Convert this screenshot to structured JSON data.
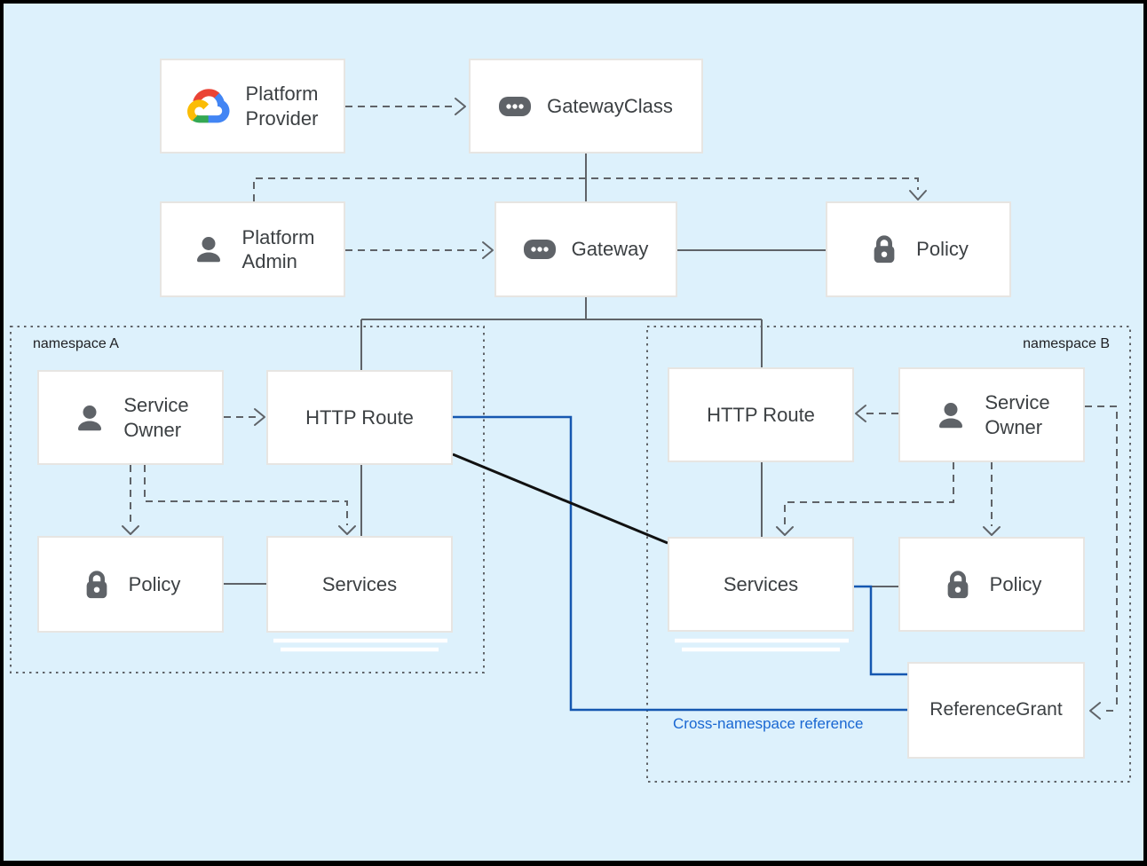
{
  "diagram": "Gateway API resource model",
  "colors": {
    "background": "#ddf1fc",
    "frame": "#000000",
    "box_fill": "#ffffff",
    "box_border": "#e7e5e2",
    "line_gray": "#5f6368",
    "line_blue": "#1557b0",
    "line_black": "#111111",
    "text_dark": "#3c4043",
    "label_blue": "#1967d2",
    "icon_gray": "#5f6368",
    "google_logo_red": "#EA4335",
    "google_logo_blue": "#4285F4",
    "google_logo_green": "#34A853",
    "google_logo_yellow": "#FBBC05"
  },
  "nodes": {
    "platform_provider": {
      "label": "Platform\nProvider",
      "icon": "google-cloud-logo"
    },
    "gateway_class": {
      "label": "GatewayClass",
      "icon": "resource-chip"
    },
    "platform_admin": {
      "label": "Platform\nAdmin",
      "icon": "person"
    },
    "gateway": {
      "label": "Gateway",
      "icon": "resource-chip"
    },
    "policy_top": {
      "label": "Policy",
      "icon": "lock"
    },
    "service_owner_a": {
      "label": "Service\nOwner",
      "icon": "person"
    },
    "http_route_a": {
      "label": "HTTP Route",
      "icon": null
    },
    "policy_a": {
      "label": "Policy",
      "icon": "lock"
    },
    "services_a": {
      "label": "Services",
      "icon": null
    },
    "http_route_b": {
      "label": "HTTP Route",
      "icon": null
    },
    "service_owner_b": {
      "label": "Service\nOwner",
      "icon": "person"
    },
    "services_b": {
      "label": "Services",
      "icon": null
    },
    "policy_b": {
      "label": "Policy",
      "icon": "lock"
    },
    "reference_grant": {
      "label": "ReferenceGrant",
      "icon": null
    }
  },
  "namespaces": {
    "a": {
      "label": "namespace A"
    },
    "b": {
      "label": "namespace B"
    }
  },
  "annotations": {
    "cross_namespace": "Cross-namespace reference"
  },
  "edges": [
    {
      "from": "platform_provider",
      "to": "gateway_class",
      "style": "dashed-arrow"
    },
    {
      "from": "gateway_class",
      "to": "gateway",
      "style": "solid"
    },
    {
      "from": "gateway_class_line",
      "to": "platform_admin",
      "style": "dashed"
    },
    {
      "from": "gateway_class_line",
      "to": "policy_top",
      "style": "dashed-arrow"
    },
    {
      "from": "platform_admin",
      "to": "gateway",
      "style": "dashed-arrow"
    },
    {
      "from": "gateway",
      "to": "policy_top",
      "style": "solid"
    },
    {
      "from": "gateway",
      "to": "http_route_a",
      "style": "solid"
    },
    {
      "from": "gateway",
      "to": "http_route_b",
      "style": "solid"
    },
    {
      "from": "service_owner_a",
      "to": "http_route_a",
      "style": "dashed-arrow"
    },
    {
      "from": "service_owner_a",
      "to": "policy_a",
      "style": "dashed-arrow"
    },
    {
      "from": "service_owner_a",
      "to": "services_a",
      "style": "dashed-arrow"
    },
    {
      "from": "http_route_a",
      "to": "services_a",
      "style": "solid"
    },
    {
      "from": "policy_a",
      "to": "services_a",
      "style": "solid"
    },
    {
      "from": "service_owner_b",
      "to": "http_route_b",
      "style": "dashed-arrow"
    },
    {
      "from": "service_owner_b",
      "to": "services_b",
      "style": "dashed-arrow"
    },
    {
      "from": "service_owner_b",
      "to": "policy_b",
      "style": "dashed-arrow"
    },
    {
      "from": "service_owner_b",
      "to": "reference_grant",
      "style": "dashed-arrow"
    },
    {
      "from": "http_route_b",
      "to": "services_b",
      "style": "solid"
    },
    {
      "from": "services_b",
      "to": "policy_b",
      "style": "solid"
    },
    {
      "from": "http_route_a",
      "to": "services_b",
      "style": "black-solid"
    },
    {
      "from": "http_route_a",
      "to": "reference_grant",
      "style": "blue",
      "label": "Cross-namespace reference"
    },
    {
      "from": "services_b",
      "to": "reference_grant",
      "style": "blue"
    }
  ]
}
